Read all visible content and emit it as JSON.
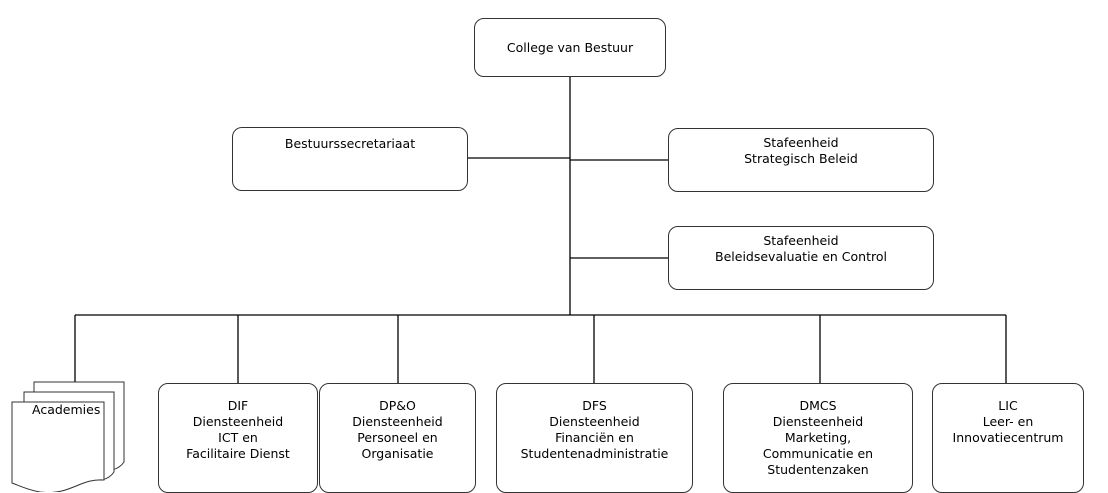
{
  "root": {
    "lines": [
      "College van Bestuur"
    ]
  },
  "staff_left": {
    "lines": [
      "Bestuurssecretariaat"
    ]
  },
  "staff_right_1": {
    "lines": [
      "Stafeenheid",
      "Strategisch Beleid"
    ]
  },
  "staff_right_2": {
    "lines": [
      "Stafeenheid",
      "Beleidsevaluatie en Control"
    ]
  },
  "units": [
    {
      "lines": [
        "Academies"
      ]
    },
    {
      "lines": [
        "DIF",
        "Diensteenheid",
        "ICT en",
        "Facilitaire Dienst"
      ]
    },
    {
      "lines": [
        "DP&O",
        "Diensteenheid",
        "Personeel en",
        "Organisatie"
      ]
    },
    {
      "lines": [
        "DFS",
        "Diensteenheid",
        "Financiën en",
        "Studentenadministratie"
      ]
    },
    {
      "lines": [
        "DMCS",
        "Diensteenheid",
        "Marketing,",
        "Communicatie en",
        "Studentenzaken"
      ]
    },
    {
      "lines": [
        "LIC",
        "Leer- en",
        "Innovatiecentrum"
      ]
    }
  ]
}
